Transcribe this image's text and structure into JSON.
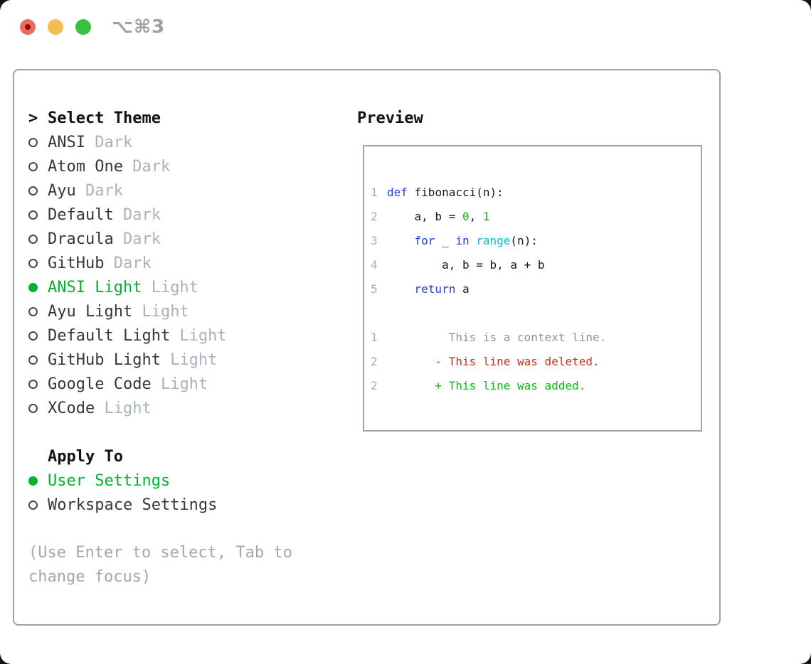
{
  "window": {
    "shortcut": "⌥⌘3",
    "traffic_lights": [
      {
        "name": "close"
      },
      {
        "name": "minimize"
      },
      {
        "name": "zoom"
      }
    ]
  },
  "theme_picker": {
    "prompt": ">",
    "title": "Select Theme",
    "items": [
      {
        "name": "ANSI",
        "badge": "Dark",
        "selected": false
      },
      {
        "name": "Atom One",
        "badge": "Dark",
        "selected": false
      },
      {
        "name": "Ayu",
        "badge": "Dark",
        "selected": false
      },
      {
        "name": "Default",
        "badge": "Dark",
        "selected": false
      },
      {
        "name": "Dracula",
        "badge": "Dark",
        "selected": false
      },
      {
        "name": "GitHub",
        "badge": "Dark",
        "selected": false
      },
      {
        "name": "ANSI Light",
        "badge": "Light",
        "selected": true
      },
      {
        "name": "Ayu Light",
        "badge": "Light",
        "selected": false
      },
      {
        "name": "Default Light",
        "badge": "Light",
        "selected": false
      },
      {
        "name": "GitHub Light",
        "badge": "Light",
        "selected": false
      },
      {
        "name": "Google Code",
        "badge": "Light",
        "selected": false
      },
      {
        "name": "XCode",
        "badge": "Light",
        "selected": false
      }
    ]
  },
  "apply_to": {
    "title": "Apply To",
    "options": [
      {
        "label": "User Settings",
        "selected": true
      },
      {
        "label": "Workspace Settings",
        "selected": false
      }
    ]
  },
  "hint": "(Use Enter to select, Tab to change focus)",
  "preview": {
    "title": "Preview",
    "token_colors": {
      "fg": "#17191d",
      "keyword": "#1a3fe3",
      "builtin": "#00c0d8",
      "number": "#0fb512",
      "context": "#8d939c",
      "deleted": "#cd2f20",
      "added": "#0eb814"
    },
    "code_lines": [
      {
        "num": "1",
        "tokens": [
          {
            "text": "def",
            "color": "keyword"
          },
          {
            "text": " fibonacci(n):",
            "color": "fg"
          }
        ]
      },
      {
        "num": "2",
        "tokens": [
          {
            "text": "    a, b = ",
            "color": "fg"
          },
          {
            "text": "0",
            "color": "number"
          },
          {
            "text": ", ",
            "color": "fg"
          },
          {
            "text": "1",
            "color": "number"
          }
        ]
      },
      {
        "num": "3",
        "tokens": [
          {
            "text": "    ",
            "color": "fg"
          },
          {
            "text": "for",
            "color": "keyword"
          },
          {
            "text": " _ ",
            "color": "fg"
          },
          {
            "text": "in",
            "color": "keyword"
          },
          {
            "text": " ",
            "color": "fg"
          },
          {
            "text": "range",
            "color": "builtin"
          },
          {
            "text": "(n):",
            "color": "fg"
          }
        ]
      },
      {
        "num": "4",
        "tokens": [
          {
            "text": "        a, b = b, a + b",
            "color": "fg"
          }
        ]
      },
      {
        "num": "5",
        "tokens": [
          {
            "text": "    ",
            "color": "fg"
          },
          {
            "text": "return",
            "color": "keyword"
          },
          {
            "text": " a",
            "color": "fg"
          }
        ]
      },
      {
        "num": "",
        "tokens": []
      },
      {
        "num": "1",
        "tokens": [
          {
            "text": "         This is a context line.",
            "color": "context"
          }
        ]
      },
      {
        "num": "2",
        "tokens": [
          {
            "text": "       - This line was deleted.",
            "color": "deleted"
          }
        ]
      },
      {
        "num": "2",
        "tokens": [
          {
            "text": "       + This line was added.",
            "color": "added"
          }
        ]
      }
    ]
  },
  "ui_colors": {
    "selection_green": "#00b22d",
    "panel_border": "#99a2ad",
    "badge_gray": "#a9b2bd",
    "hint_gray": "#9fa8b2",
    "traffic_red": "#ee6a5e",
    "traffic_yellow": "#f5bd4f",
    "traffic_green": "#35c23f"
  }
}
